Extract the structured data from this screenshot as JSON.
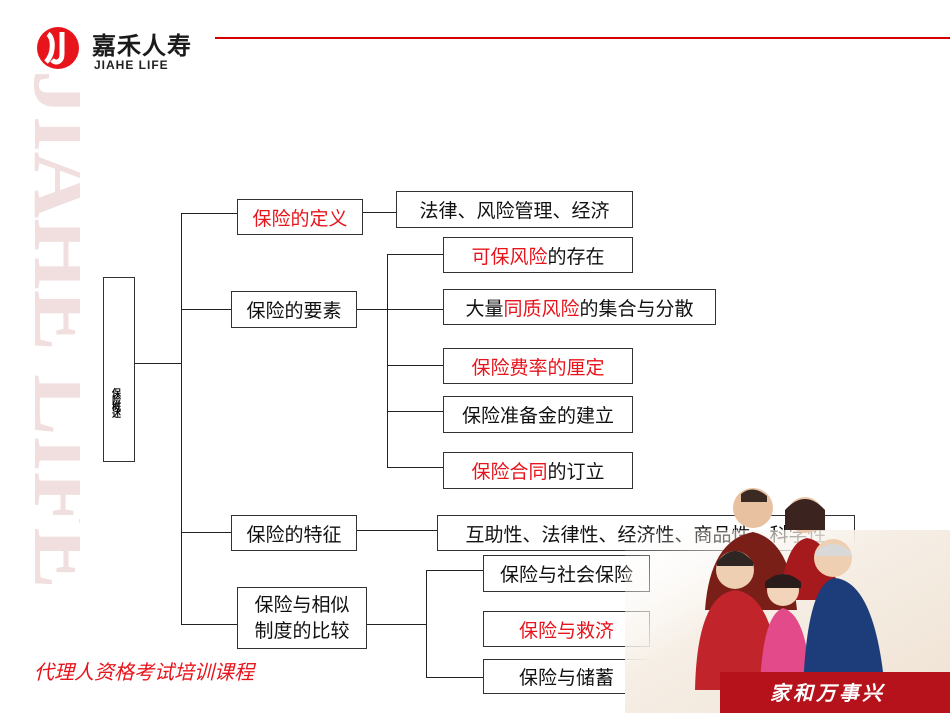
{
  "logo": {
    "cn": "嘉禾人寿",
    "en": "JIAHE LIFE",
    "watermark": "JIAHE LIFE"
  },
  "root": {
    "label": "保险概述"
  },
  "nodes": {
    "definition": "保险的定义",
    "definition_child": "法律、风险管理、经济",
    "elements": "保险的要素",
    "elem1_red": "可保风险",
    "elem1_rest": "的存在",
    "elem2_pre": "大量",
    "elem2_red": "同质风险",
    "elem2_rest": "的集合与分散",
    "elem3": "保险费率的厘定",
    "elem4": "保险准备金的建立",
    "elem5_red": "保险合同",
    "elem5_rest": "的订立",
    "features": "保险的特征",
    "features_child": "互助性、法律性、经济性、商品性、科学性",
    "compare_line1": "保险与相似",
    "compare_line2": "制度的比较",
    "compare1": "保险与社会保险",
    "compare2": "保险与救济",
    "compare3": "保险与储蓄"
  },
  "footer": {
    "course": "代理人资格考试培训课程",
    "slogan": "家和万事兴"
  },
  "colors": {
    "brand_red": "#e8141b",
    "line": "#222222"
  }
}
